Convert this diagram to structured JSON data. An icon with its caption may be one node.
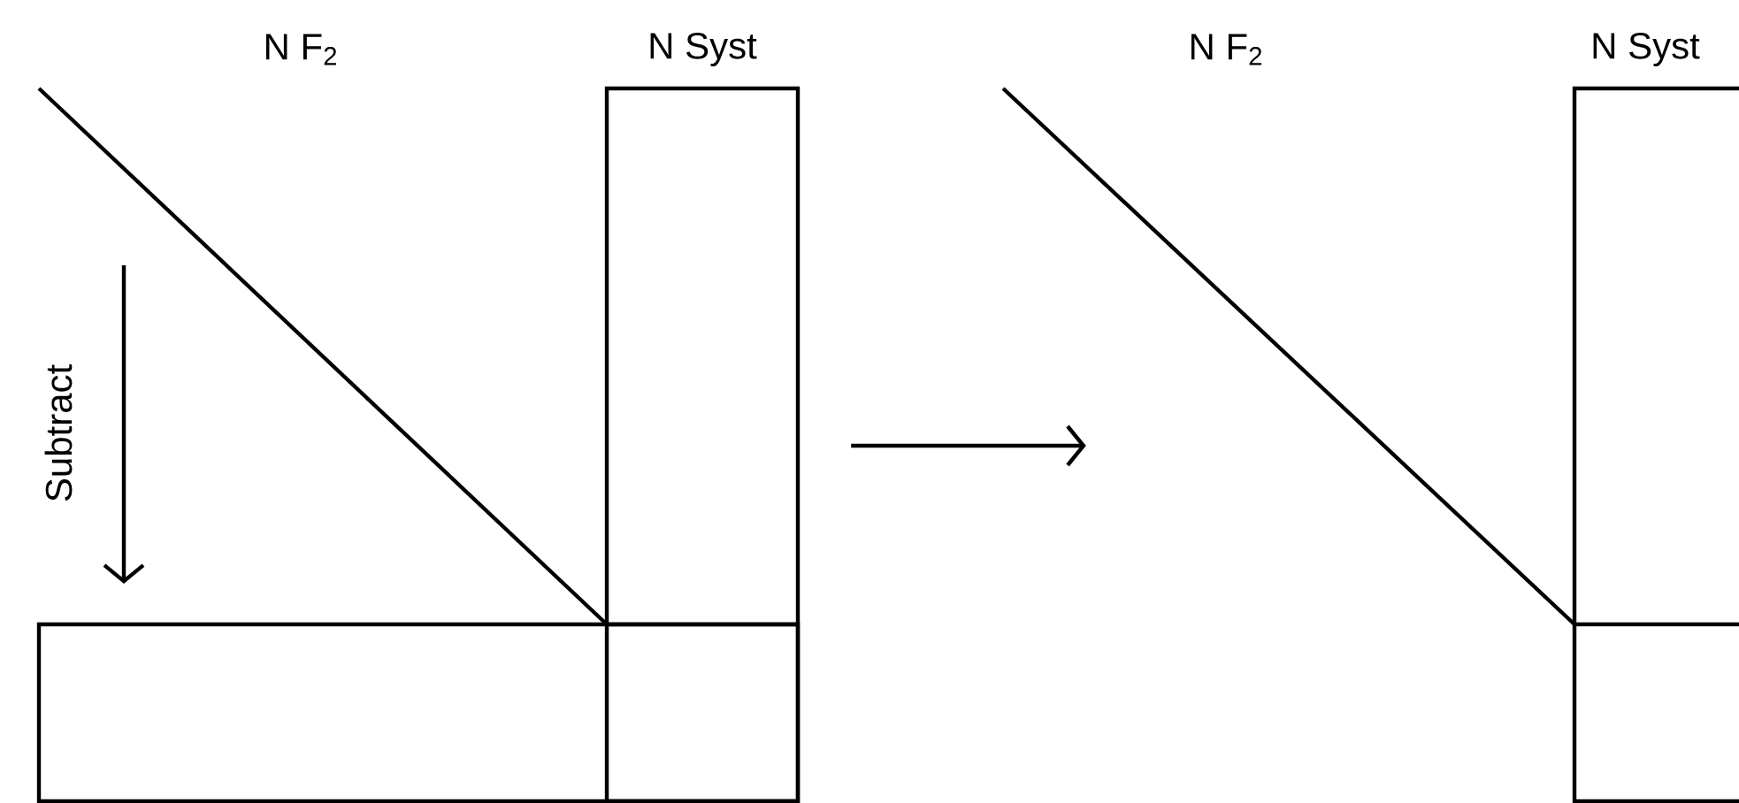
{
  "diagram": {
    "nodes": [
      {
        "text": [],
        "shape": "picture"
      },
      {
        "text": [],
        "shape": "picture"
      }
    ],
    "edges": [
      {
        "from": 0,
        "to": 1,
        "arrow": "to"
      }
    ],
    "labels": [
      "N F$_{2}$",
      "N Syst",
      "N F$_{2}$",
      "N Syst",
      "Subtract"
    ]
  }
}
